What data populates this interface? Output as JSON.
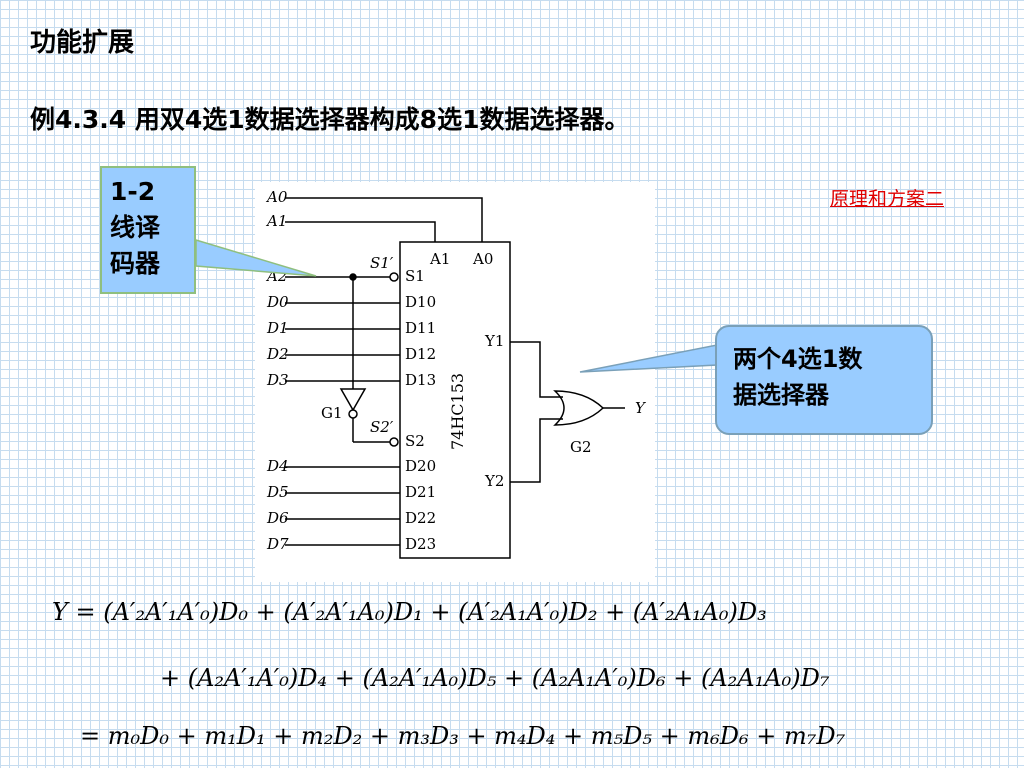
{
  "header": {
    "title": "功能扩展"
  },
  "example": {
    "text": "例4.3.4 用双4选1数据选择器构成8选1数据选择器。"
  },
  "scheme_link": "原理和方案二",
  "callouts": {
    "decoder_lines": [
      "1-2",
      "线译",
      "码器"
    ],
    "mux_lines": [
      "两个4选1数",
      "据选择器"
    ]
  },
  "circuit": {
    "chip_label": "74HC153",
    "gate1": "G1",
    "gate2": "G2",
    "output": "Y",
    "address_pins": [
      "A1",
      "A0"
    ],
    "outputs": [
      "Y1",
      "Y2"
    ],
    "strobe_pins": [
      "S1",
      "S2"
    ],
    "strobe_labels": [
      "S1′",
      "S2′"
    ],
    "inputs_left": [
      "A0",
      "A1",
      "A2",
      "D0",
      "D1",
      "D2",
      "D3",
      "D4",
      "D5",
      "D6",
      "D7"
    ],
    "data_pins": [
      "D10",
      "D11",
      "D12",
      "D13",
      "D20",
      "D21",
      "D22",
      "D23"
    ]
  },
  "colors": {
    "callout_fill": "#99ccff",
    "grid": "#c6dcef",
    "link": "#e00000"
  }
}
